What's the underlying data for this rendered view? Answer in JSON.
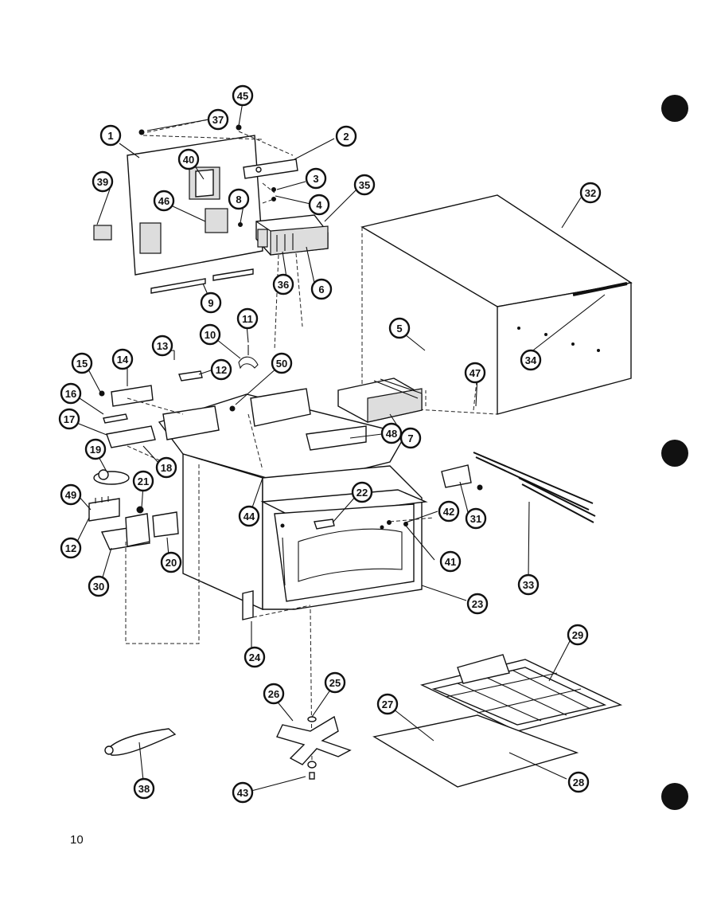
{
  "page_number": "10",
  "callouts": [
    {
      "label": "1"
    },
    {
      "label": "37"
    },
    {
      "label": "45"
    },
    {
      "label": "2"
    },
    {
      "label": "40"
    },
    {
      "label": "39"
    },
    {
      "label": "46"
    },
    {
      "label": "8"
    },
    {
      "label": "3"
    },
    {
      "label": "4"
    },
    {
      "label": "35"
    },
    {
      "label": "32"
    },
    {
      "label": "36"
    },
    {
      "label": "6"
    },
    {
      "label": "9"
    },
    {
      "label": "11"
    },
    {
      "label": "10"
    },
    {
      "label": "5"
    },
    {
      "label": "34"
    },
    {
      "label": "13"
    },
    {
      "label": "12"
    },
    {
      "label": "50"
    },
    {
      "label": "15"
    },
    {
      "label": "14"
    },
    {
      "label": "47"
    },
    {
      "label": "16"
    },
    {
      "label": "17"
    },
    {
      "label": "48"
    },
    {
      "label": "7"
    },
    {
      "label": "18"
    },
    {
      "label": "19"
    },
    {
      "label": "21"
    },
    {
      "label": "44"
    },
    {
      "label": "22"
    },
    {
      "label": "42"
    },
    {
      "label": "31"
    },
    {
      "label": "49"
    },
    {
      "label": "12"
    },
    {
      "label": "20"
    },
    {
      "label": "41"
    },
    {
      "label": "30"
    },
    {
      "label": "33"
    },
    {
      "label": "23"
    },
    {
      "label": "24"
    },
    {
      "label": "29"
    },
    {
      "label": "26"
    },
    {
      "label": "25"
    },
    {
      "label": "27"
    },
    {
      "label": "38"
    },
    {
      "label": "28"
    },
    {
      "label": "43"
    }
  ]
}
